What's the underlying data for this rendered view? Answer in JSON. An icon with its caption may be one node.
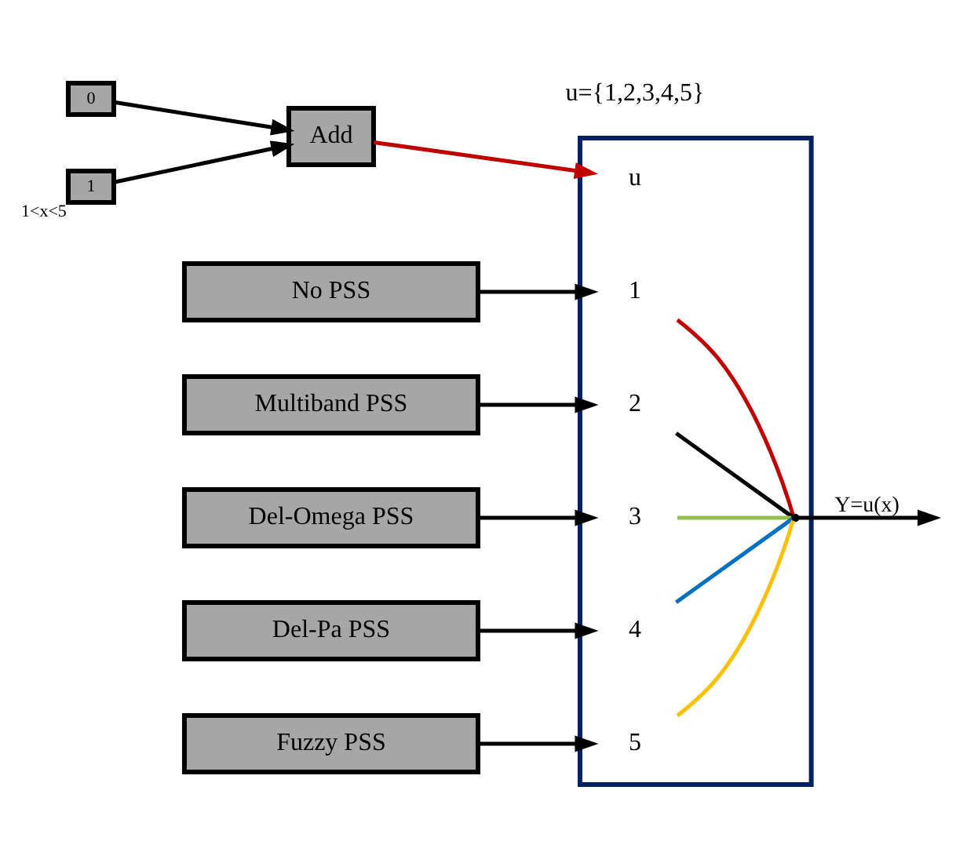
{
  "diagram": {
    "nodes": [
      {
        "text": [
          "0"
        ]
      },
      {
        "text": [
          "1"
        ],
        "beside": [
          "1<x<5"
        ]
      },
      {
        "text": [
          "Add"
        ]
      },
      {
        "text": [],
        "shape": "box"
      },
      {
        "text": [
          "u"
        ],
        "in": 3
      },
      {
        "text": [
          "1"
        ],
        "in": 3
      },
      {
        "text": [
          "2"
        ],
        "in": 3
      },
      {
        "text": [
          "3"
        ],
        "in": 3
      },
      {
        "text": [
          "4"
        ],
        "in": 3
      },
      {
        "text": [
          "5"
        ],
        "in": 3
      },
      {
        "text": [
          "No PSS"
        ]
      },
      {
        "text": [
          "Multiband PSS"
        ]
      },
      {
        "text": [
          "Del-Omega PSS"
        ]
      },
      {
        "text": [
          "Del-Pa PSS"
        ]
      },
      {
        "text": [
          "Fuzzy PSS"
        ]
      },
      {
        "text": [],
        "shape": "point",
        "in": 3
      }
    ],
    "edges": [
      {
        "from": 0,
        "to": 2,
        "arrow": "to"
      },
      {
        "from": 1,
        "to": 2,
        "arrow": "to"
      },
      {
        "from": 2,
        "to": 4,
        "arrow": "to",
        "color": "#c00000"
      },
      {
        "from": 10,
        "to": 5,
        "arrow": "to"
      },
      {
        "from": 11,
        "to": 6,
        "arrow": "to"
      },
      {
        "from": 12,
        "to": 7,
        "arrow": "to"
      },
      {
        "from": 13,
        "to": 8,
        "arrow": "to"
      },
      {
        "from": 14,
        "to": 9,
        "arrow": "to"
      },
      {
        "from": 5,
        "to": 15,
        "arrow": "none",
        "color": "#c00000"
      },
      {
        "from": 6,
        "to": 15,
        "arrow": "none"
      },
      {
        "from": 7,
        "to": 15,
        "arrow": "none",
        "color": "#92c050"
      },
      {
        "from": 8,
        "to": 15,
        "arrow": "none",
        "color": "#0070c0"
      },
      {
        "from": 9,
        "to": 15,
        "arrow": "none",
        "color": "#ffc000"
      },
      {
        "from": 15,
        "to": null,
        "arrow": "to",
        "label": "Y=u(x)"
      }
    ],
    "labels": [
      "u={1,2,3,4,5}"
    ]
  }
}
